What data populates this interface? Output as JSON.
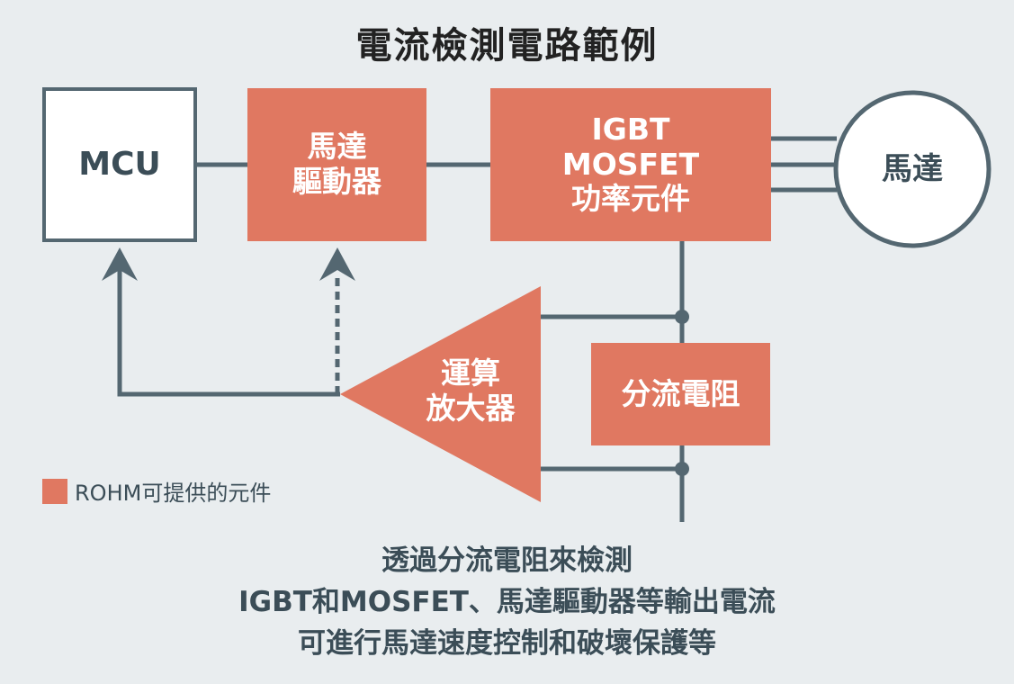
{
  "title": "電流檢測電路範例",
  "blocks": {
    "mcu": "MCU",
    "motor_driver": [
      "馬達",
      "驅動器"
    ],
    "power_device": [
      "IGBT",
      "MOSFET",
      "功率元件"
    ],
    "motor": "馬達",
    "op_amp": [
      "運算",
      "放大器"
    ],
    "shunt_resistor": "分流電阻"
  },
  "legend": {
    "label": "ROHM可提供的元件",
    "color": "#e07861"
  },
  "caption": [
    "透過分流電阻來檢測",
    "IGBT和MOSFET、馬達驅動器等輸出電流",
    "可進行馬達速度控制和破壞保護等"
  ],
  "colors": {
    "accent": "#e07861",
    "line": "#546771",
    "background": "#e9edef",
    "text_dark": "#3b4d57"
  }
}
